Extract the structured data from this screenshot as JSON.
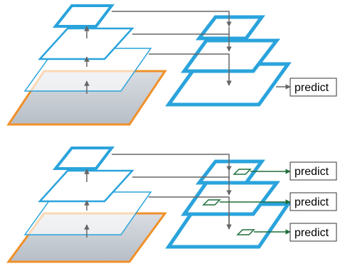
{
  "colors": {
    "level_outline": "#2aa3dc",
    "image_outline": "#f0902a",
    "arrow": "#666666",
    "anchor": "#1f6e3a",
    "label_box": "#333333",
    "image_fill_top": "#d9dde2",
    "image_fill_bottom": "#b7bec6"
  },
  "top": {
    "predict_label": "predict"
  },
  "bottom": {
    "predict_labels": [
      "predict",
      "predict",
      "predict"
    ]
  }
}
